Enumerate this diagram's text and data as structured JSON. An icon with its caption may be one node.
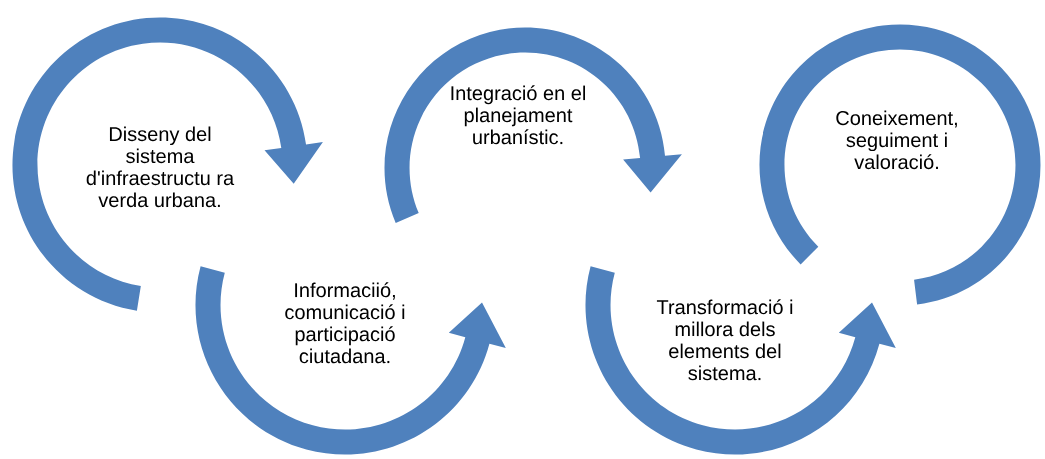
{
  "diagram": {
    "nodes": [
      {
        "text": [
          "Disseny del sistema d'infraestructu ra verda urbana."
        ]
      },
      {
        "text": [
          "Informaciió, comunicació i participació ciutadana."
        ]
      },
      {
        "text": [
          "Integració en el planejament urbanístic."
        ]
      },
      {
        "text": [
          "Transformació i millora dels elements del sistema."
        ]
      },
      {
        "text": [
          "Coneixement, seguiment i valoració."
        ]
      }
    ]
  }
}
